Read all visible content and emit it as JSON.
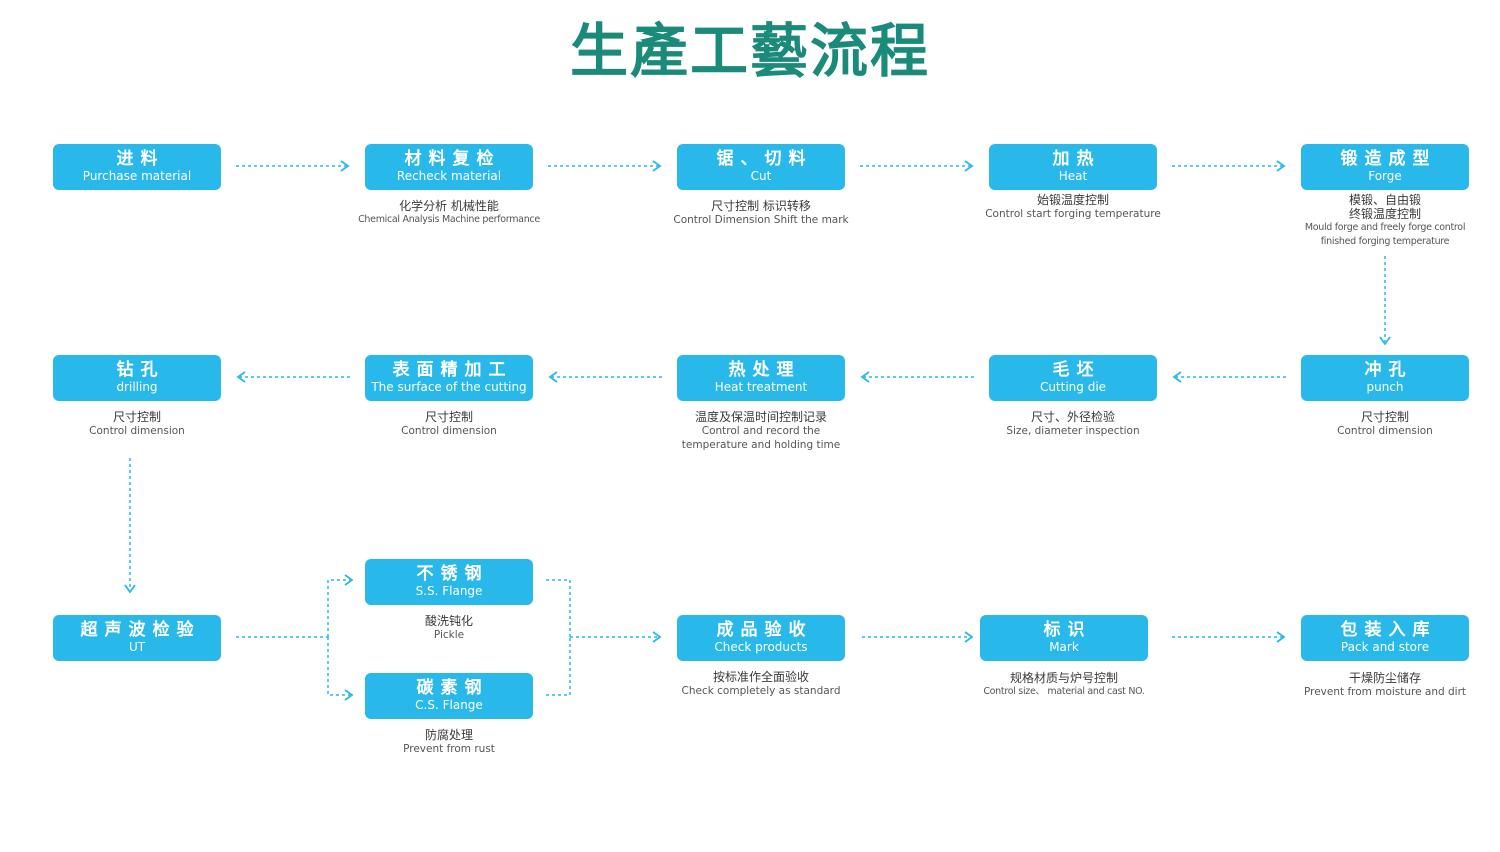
{
  "title": "生產工藝流程",
  "colors": {
    "title": "#1a8a7a",
    "box": "#29b8ea",
    "line": "#29b8ea"
  },
  "steps": {
    "s1": {
      "zh": "进料",
      "en": "Purchase material"
    },
    "s2": {
      "zh": "材料复检",
      "en": "Recheck material",
      "desc_zh": "化学分析 机械性能",
      "desc_en": "Chemical Analysis Machine performance"
    },
    "s3": {
      "zh": "锯、切料",
      "en": "Cut",
      "desc_zh": "尺寸控制 标识转移",
      "desc_en": "Control Dimension Shift the mark"
    },
    "s4": {
      "zh": "加热",
      "en": "Heat",
      "desc_zh": "始锻温度控制",
      "desc_en": "Control start forging temperature"
    },
    "s5": {
      "zh": "锻造成型",
      "en": "Forge",
      "desc_zh": "模锻、自由锻",
      "desc_zh2": "终锻温度控制",
      "desc_en": "Mould forge and freely forge control",
      "desc_en2": "finished forging temperature"
    },
    "s6": {
      "zh": "冲孔",
      "en": "punch",
      "desc_zh": "尺寸控制",
      "desc_en": "Control dimension"
    },
    "s7": {
      "zh": "毛坯",
      "en": "Cutting die",
      "desc_zh": "尺寸、外径检验",
      "desc_en": "Size, diameter inspection"
    },
    "s8": {
      "zh": "热处理",
      "en": "Heat treatment",
      "desc_zh": "温度及保温时间控制记录",
      "desc_en": "Control and record the",
      "desc_en2": "temperature and holding time"
    },
    "s9": {
      "zh": "表面精加工",
      "en": "The surface of the cutting",
      "desc_zh": "尺寸控制",
      "desc_en": "Control dimension"
    },
    "s10": {
      "zh": "钻孔",
      "en": "drilling",
      "desc_zh": "尺寸控制",
      "desc_en": "Control dimension"
    },
    "s11": {
      "zh": "超声波检验",
      "en": "UT"
    },
    "s12": {
      "zh": "不锈钢",
      "en": "S.S. Flange",
      "desc_zh": "酸洗钝化",
      "desc_en": "Pickle"
    },
    "s13": {
      "zh": "碳素钢",
      "en": "C.S. Flange",
      "desc_zh": "防腐处理",
      "desc_en": "Prevent from rust"
    },
    "s14": {
      "zh": "成品验收",
      "en": "Check products",
      "desc_zh": "按标准作全面验收",
      "desc_en": "Check completely as standard"
    },
    "s15": {
      "zh": "标识",
      "en": "Mark",
      "desc_zh": "规格材质与炉号控制",
      "desc_en": "Control size、 material and cast NO."
    },
    "s16": {
      "zh": "包装入库",
      "en": "Pack and store",
      "desc_zh": "干燥防尘储存",
      "desc_en": "Prevent from moisture and dirt"
    }
  }
}
